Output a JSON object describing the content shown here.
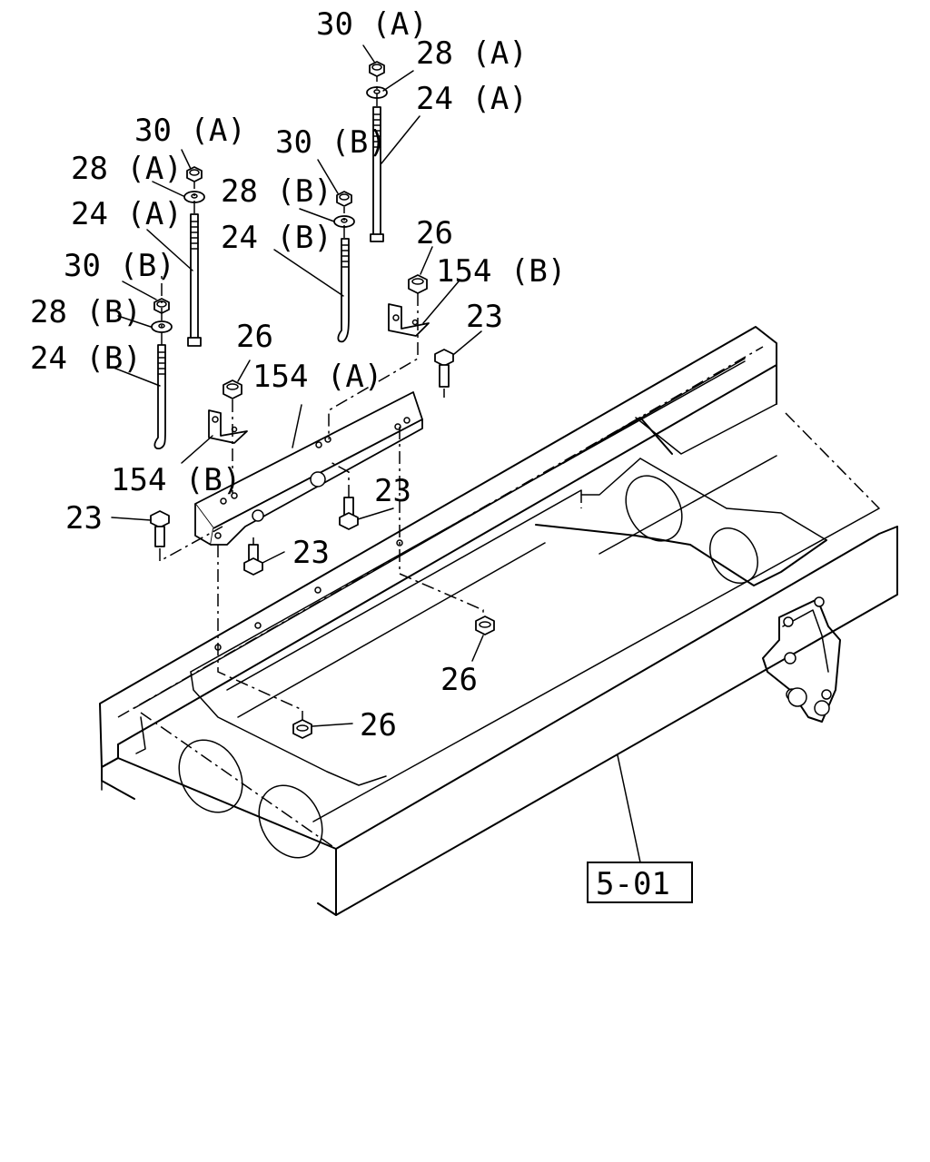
{
  "labels": {
    "n30a_top": "30 (A)",
    "n28a_top": "28 (A)",
    "n24a_top": "24 (A)",
    "n30a_left": "30 (A)",
    "n28a_left": "28 (A)",
    "n24a_left": "24 (A)",
    "n30b_mid": "30 (B)",
    "n28b_mid": "28 (B)",
    "n24b_mid": "24 (B)",
    "n30b_left": "30 (B)",
    "n28b_left": "28 (B)",
    "n24b_left": "24 (B)",
    "n26_top": "26",
    "n154b_top": "154 (B)",
    "n23_right": "23",
    "n26_left": "26",
    "n154a": "154 (A)",
    "n154b_left": "154 (B)",
    "n23_left": "23",
    "n23_mid": "23",
    "n23_low": "23",
    "n26_right": "26",
    "n26_bottom": "26",
    "ref": "5-01"
  }
}
